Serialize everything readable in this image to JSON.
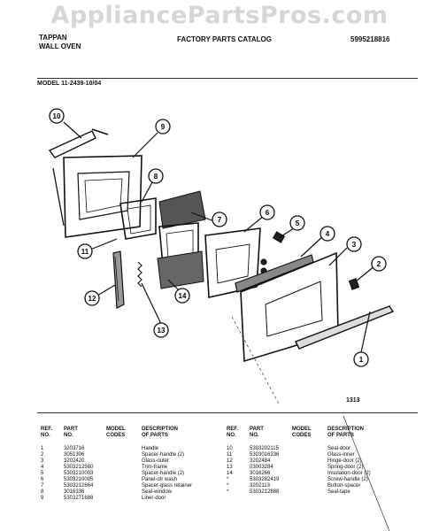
{
  "watermark": "AppliancePartsPros.com",
  "header": {
    "brand": "TAPPAN",
    "product": "WALL OVEN",
    "catalog_title": "FACTORY PARTS CATALOG",
    "catalog_number": "5995218816"
  },
  "model_line": "MODEL 11-2439-10/04",
  "figure_number": "1313",
  "callouts": [
    "10",
    "9",
    "8",
    "7",
    "6",
    "5",
    "4",
    "3",
    "2",
    "1",
    "11",
    "12",
    "13",
    "14"
  ],
  "table_headers": {
    "ref_1": "REF.",
    "ref_2": "NO.",
    "part_1": "PART",
    "part_2": "NO.",
    "model_1": "MODEL",
    "model_2": "CODES",
    "desc_1": "DESCRIPTION",
    "desc_2": "OF PARTS"
  },
  "parts_left": [
    {
      "ref": "1",
      "part": "3203716",
      "codes": "",
      "desc": "Handle"
    },
    {
      "ref": "2",
      "part": "3051306",
      "codes": "",
      "desc": "Spacer-handle (2)"
    },
    {
      "ref": "3",
      "part": "3202420",
      "codes": "",
      "desc": "Glass-outer"
    },
    {
      "ref": "4",
      "part": "5303212560",
      "codes": "",
      "desc": "Trim-frame"
    },
    {
      "ref": "5",
      "part": "5303210003",
      "codes": "",
      "desc": "Spacer-handle (2)"
    },
    {
      "ref": "6",
      "part": "5303210005",
      "codes": "",
      "desc": "Panel-otr wash"
    },
    {
      "ref": "7",
      "part": "5303212864",
      "codes": "",
      "desc": "Spacer-glass retainer"
    },
    {
      "ref": "8",
      "part": "3016336",
      "codes": "",
      "desc": "Seal-window"
    },
    {
      "ref": "9",
      "part": "5303271688",
      "codes": "",
      "desc": "Liner-door"
    }
  ],
  "parts_right": [
    {
      "ref": "10",
      "part": "5303202115",
      "codes": "",
      "desc": "Seal-door"
    },
    {
      "ref": "11",
      "part": "5303016336",
      "codes": "",
      "desc": "Glass-inner"
    },
    {
      "ref": "12",
      "part": "3202484",
      "codes": "",
      "desc": "Hinge-door (2)"
    },
    {
      "ref": "13",
      "part": "03003284",
      "codes": "",
      "desc": "Spring-door (2)"
    },
    {
      "ref": "14",
      "part": "3016266",
      "codes": "",
      "desc": "Insulation-door (2)"
    },
    {
      "ref": "*",
      "part": "5303282419",
      "codes": "",
      "desc": "Screw-handle (2)"
    },
    {
      "ref": "*",
      "part": "3202113",
      "codes": "",
      "desc": "Button-spacer"
    },
    {
      "ref": "*",
      "part": "5303212888",
      "codes": "",
      "desc": "Seal-tape"
    }
  ]
}
